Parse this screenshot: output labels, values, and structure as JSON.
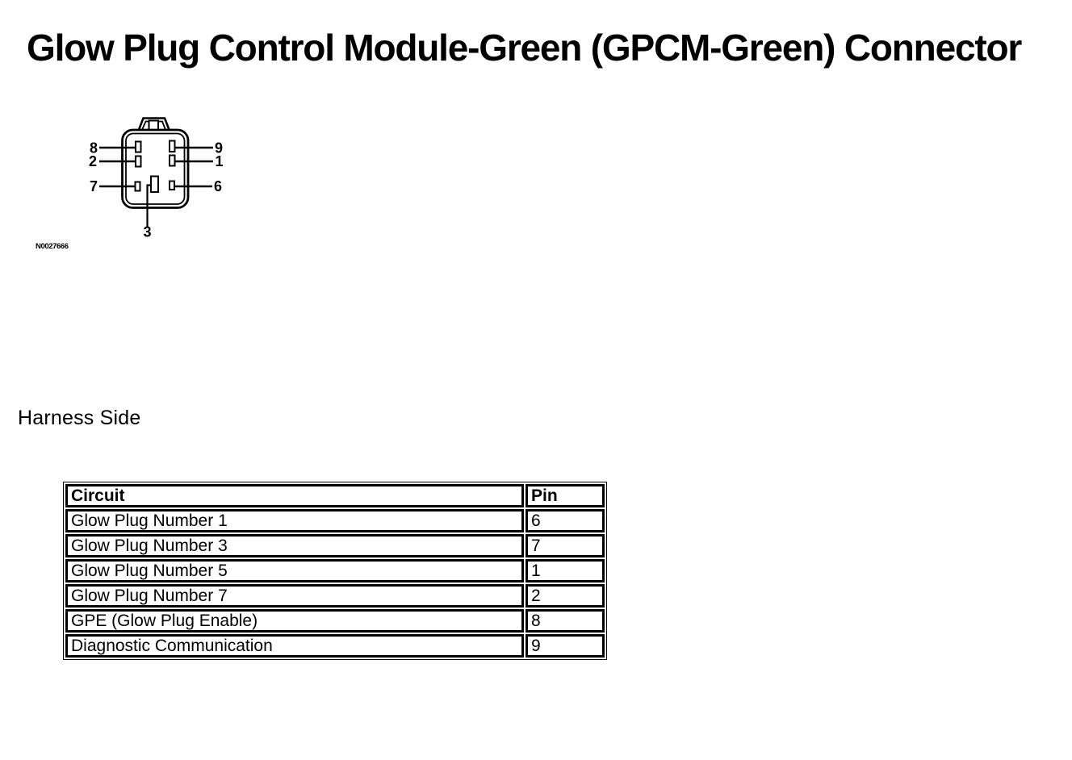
{
  "page": {
    "title": "Glow Plug Control Module-Green (GPCM-Green) Connector",
    "section_label": "Harness Side",
    "figure_id": "N0027666"
  },
  "connector": {
    "description": "9-cavity connector face view, harness side",
    "pins": {
      "top_left": "8",
      "mid_left": "2",
      "bottom_left": "7",
      "top_right": "9",
      "mid_right": "1",
      "bottom_right": "6",
      "bottom_center": "3"
    }
  },
  "table": {
    "headers": [
      "Circuit",
      "Pin"
    ],
    "rows": [
      {
        "circuit": "Glow Plug Number 1",
        "pin": "6"
      },
      {
        "circuit": "Glow Plug Number 3",
        "pin": "7"
      },
      {
        "circuit": "Glow Plug Number 5",
        "pin": "1"
      },
      {
        "circuit": "Glow Plug Number 7",
        "pin": "2"
      },
      {
        "circuit": "GPE (Glow Plug Enable)",
        "pin": "8"
      },
      {
        "circuit": "Diagnostic Communication",
        "pin": "9"
      }
    ]
  }
}
